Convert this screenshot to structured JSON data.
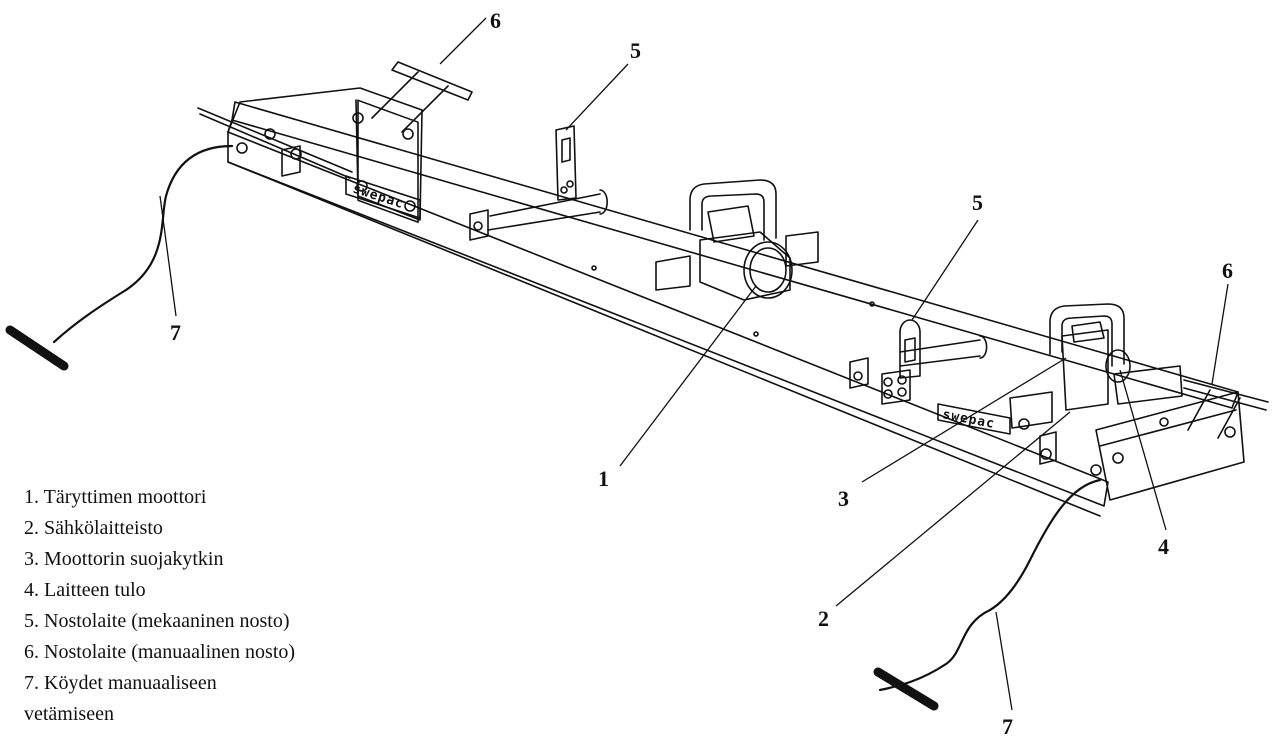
{
  "callouts": {
    "motor": "1",
    "electrics": "2",
    "protection": "3",
    "inlet": "4",
    "lift_mech_left": "5",
    "lift_mech_right": "5",
    "lift_manual_left": "6",
    "lift_manual_right": "6",
    "rope_left": "7",
    "rope_right": "7"
  },
  "brand_logo": [
    "swepac",
    "swepac"
  ],
  "legend": [
    "1. Täryttimen moottori",
    "2. Sähkölaitteisto",
    "3. Moottorin suojakytkin",
    "4. Laitteen tulo",
    "5. Nostolaite (mekaaninen nosto)",
    "6. Nostolaite (manuaalinen nosto)",
    "7. Köydet manuaaliseen vetämiseen"
  ],
  "colors": {
    "line": "#111111",
    "background": "#ffffff"
  }
}
